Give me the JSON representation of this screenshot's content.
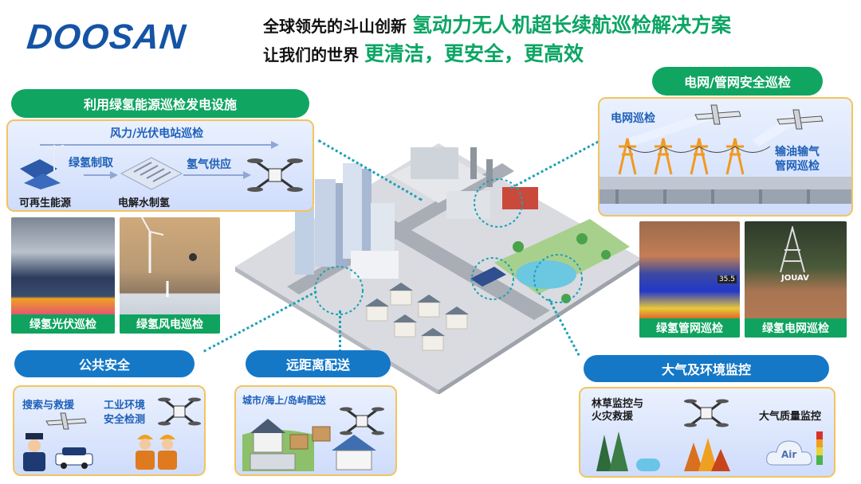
{
  "brand": {
    "logo_text": "DOOSAN"
  },
  "headline": {
    "line1_prefix": "全球领先的斗山创新",
    "line1_highlight": "氢动力无人机超长续航巡检解决方案",
    "line2_prefix": "让我们的世界",
    "line2_highlight": "更清洁，更安全，更高效"
  },
  "sections": {
    "green_energy": {
      "title": "利用绿氢能源巡检发电设施",
      "flow_title": "风力/光伏电站巡检",
      "step_hydrogen": "绿氢制取",
      "step_supply": "氢气供应",
      "renewable": "可再生能源",
      "electrolysis": "电解水制氢",
      "photo_solar": "绿氢光伏巡检",
      "photo_wind": "绿氢风电巡检"
    },
    "grid_pipeline": {
      "title": "电网/管网安全巡检",
      "grid_label": "电网巡检",
      "pipe_label_1": "输油输气",
      "pipe_label_2": "管网巡检",
      "photo_pipe": "绿氢管网巡检",
      "photo_grid": "绿氢电网巡检",
      "photo_grid_badge": "JOUAV",
      "thermal_reading": "35.5"
    },
    "public_safety": {
      "title": "公共安全",
      "search_rescue": "搜索与救援",
      "industrial_1": "工业环境",
      "industrial_2": "安全检测"
    },
    "delivery": {
      "title": "远距离配送",
      "routes": "城市/海上/岛屿配送"
    },
    "environment": {
      "title": "大气及环境监控",
      "forest_1": "林草监控与",
      "forest_2": "火灾救援",
      "air_quality": "大气质量监控",
      "air_icon_text": "Air"
    }
  },
  "colors": {
    "brand_blue": "#1553a5",
    "accent_green": "#11a562",
    "pill_blue": "#1578c7",
    "panel_border": "#f3c460",
    "dotted_teal": "#1ca0b6"
  },
  "icons": [
    "drone-icon",
    "solar-panel-icon",
    "wind-turbine-icon",
    "electrolyzer-icon",
    "power-tower-icon",
    "fixed-wing-drone-icon",
    "police-icon",
    "worker-icon",
    "house-icon",
    "parcel-icon",
    "tree-icon",
    "air-quality-icon"
  ]
}
